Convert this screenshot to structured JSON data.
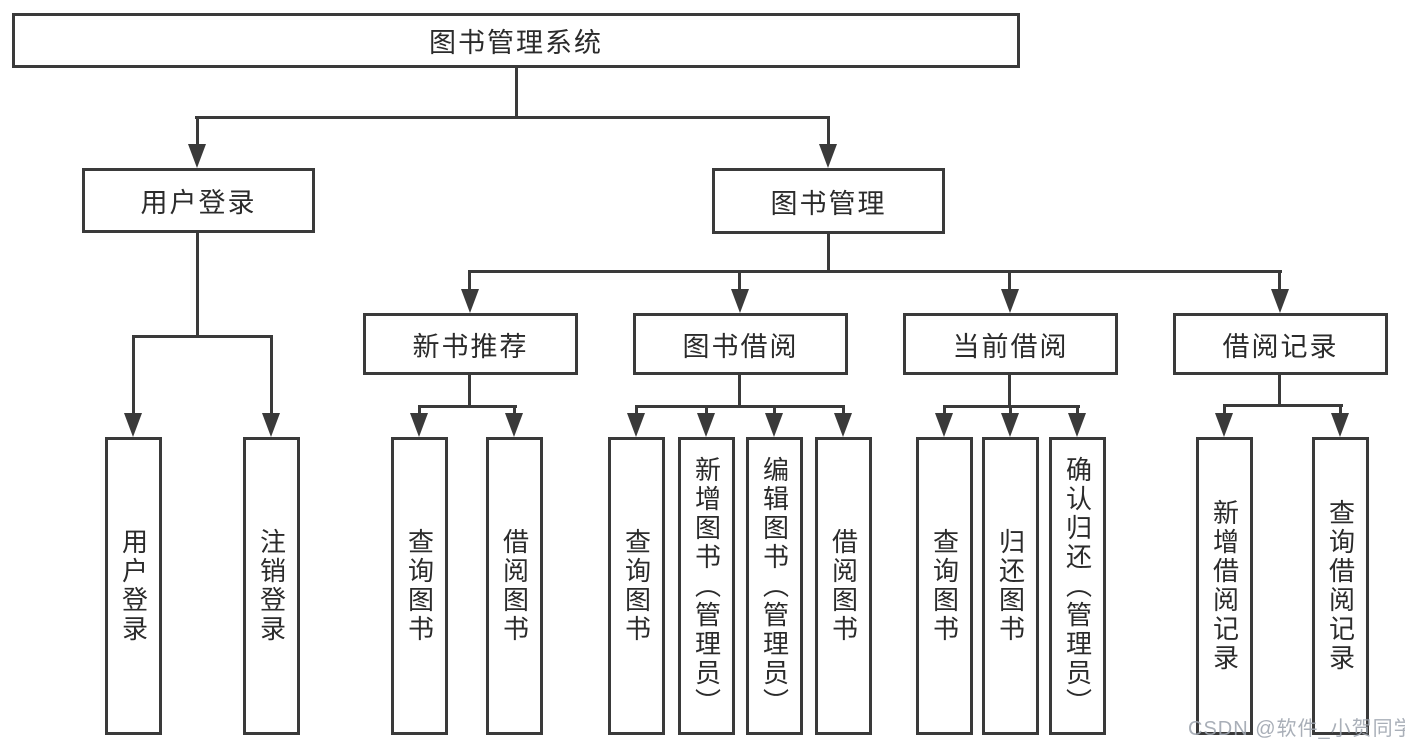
{
  "diagram": {
    "title": "图书管理系统",
    "nodes": {
      "root": "图书管理系统",
      "user_login": "用户登录",
      "book_mgmt": "图书管理",
      "new_book_rec": "新书推荐",
      "book_borrow": "图书借阅",
      "current_borrow": "当前借阅",
      "borrow_records": "借阅记录",
      "leaf_user_login": "用户登录",
      "leaf_logout": "注销登录",
      "leaf_rec_search": "查询图书",
      "leaf_rec_borrow": "借阅图书",
      "leaf_bb_search": "查询图书",
      "leaf_bb_add": "新增图书（管理员）",
      "leaf_bb_edit": "编辑图书（管理员）",
      "leaf_bb_borrow": "借阅图书",
      "leaf_cb_search": "查询图书",
      "leaf_cb_return": "归还图书",
      "leaf_cb_confirm": "确认归还（管理员）",
      "leaf_br_add": "新增借阅记录",
      "leaf_br_search": "查询借阅记录"
    },
    "colors": {
      "line": "#3a3a3a",
      "text": "#2b2b2b",
      "background": "#ffffff",
      "watermark": "#a0a6b0"
    }
  },
  "watermark": "CSDN @软件_小贺同学"
}
